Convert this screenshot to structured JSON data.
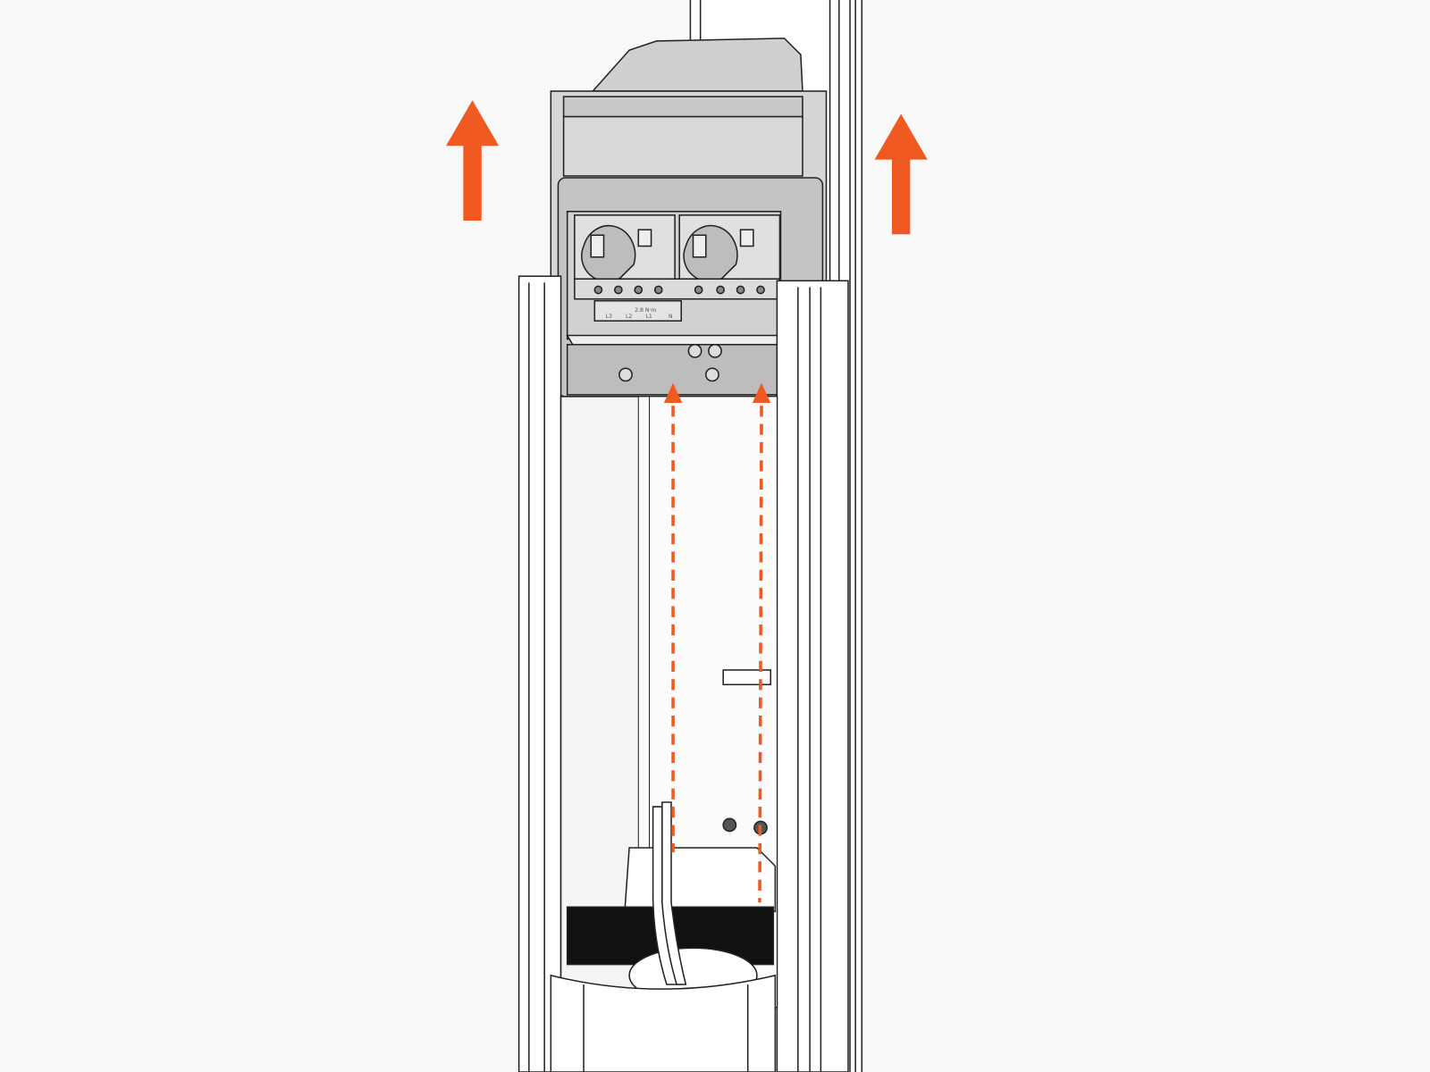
{
  "diagram": {
    "accent_color": "#f05a22",
    "terminal_labels": [
      "L3",
      "L2",
      "L1",
      "N"
    ],
    "torque_label": "2.8 N·m",
    "arrows": [
      {
        "name": "lift-arrow-left",
        "direction": "up"
      },
      {
        "name": "lift-arrow-right",
        "direction": "up"
      },
      {
        "name": "guide-line-left",
        "direction": "up",
        "style": "dashed"
      },
      {
        "name": "guide-line-right",
        "direction": "up",
        "style": "dashed"
      }
    ]
  }
}
